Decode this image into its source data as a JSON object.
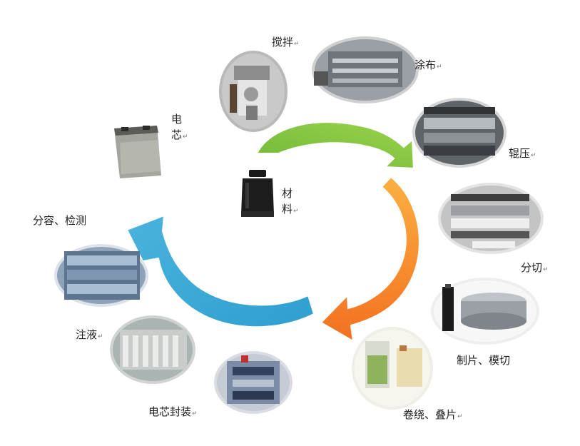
{
  "center_label": {
    "line1": "材",
    "line2": "料"
  },
  "steps": {
    "mixing": "搅拌",
    "coating": "涂布",
    "rolling": "辊压",
    "slitting": "分切",
    "tab_die_cutting": "制片、模切",
    "winding_stacking": "卷绕、叠片",
    "cell_packaging": "电芯封装",
    "electrolyte_filling": "注液",
    "formation_testing": "分容、检测"
  },
  "final_product": {
    "line1": "电",
    "line2": "芯"
  },
  "colors": {
    "arrow_green": "#8cc63f",
    "arrow_orange": "#f7941d",
    "arrow_blue": "#3aa6d0"
  }
}
